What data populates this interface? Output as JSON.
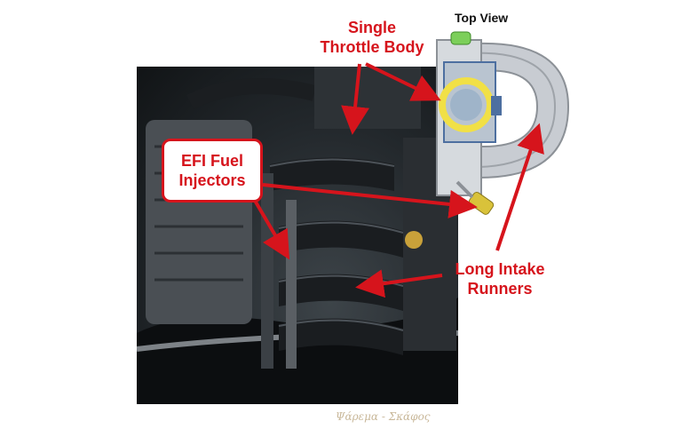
{
  "labels": {
    "throttle_line1": "Single",
    "throttle_line2": "Throttle Body",
    "top_view": "Top View",
    "efi_line1": "EFI Fuel",
    "efi_line2": "Injectors",
    "runners_line1": "Long Intake",
    "runners_line2": "Runners"
  },
  "watermark": "Ψάρεμα - Σκάφος",
  "colors": {
    "label_red": "#d6141c",
    "arrow_red": "#d6141c",
    "throttle_ring": "#f1e046",
    "manifold_gray": "#c8ccd2",
    "sensor_green": "#7ccf5a",
    "fitting_yellow": "#d9c23a"
  }
}
